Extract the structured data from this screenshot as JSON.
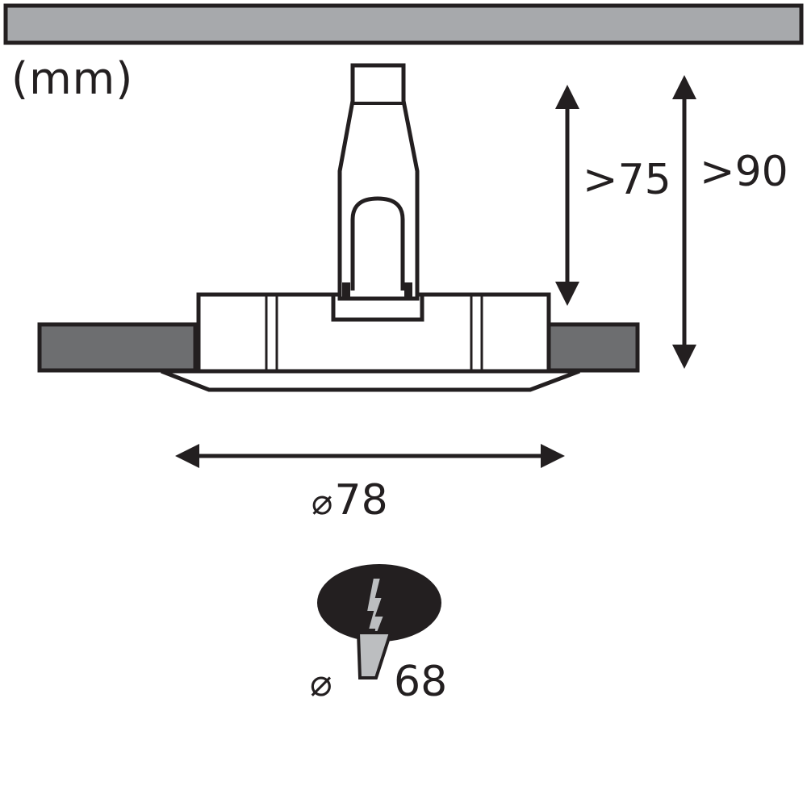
{
  "unit_label": "(mm)",
  "dimensions": {
    "min_depth": ">75",
    "total_height": ">90",
    "outer_diameter_symbol": "⌀",
    "outer_diameter_value": "78",
    "cutout_diameter_symbol": "⌀",
    "cutout_diameter_value": "68"
  },
  "colors": {
    "line": "#231f20",
    "ceiling": "#a7a9ac",
    "ceiling_board": "#6d6e70",
    "body_fill": "#ffffff",
    "cutout_fill": "#231f20",
    "lightning_fill": "#bcbec0"
  },
  "icons": {
    "cutout": "cutout-hole-icon",
    "lightning": "lightning-icon"
  }
}
